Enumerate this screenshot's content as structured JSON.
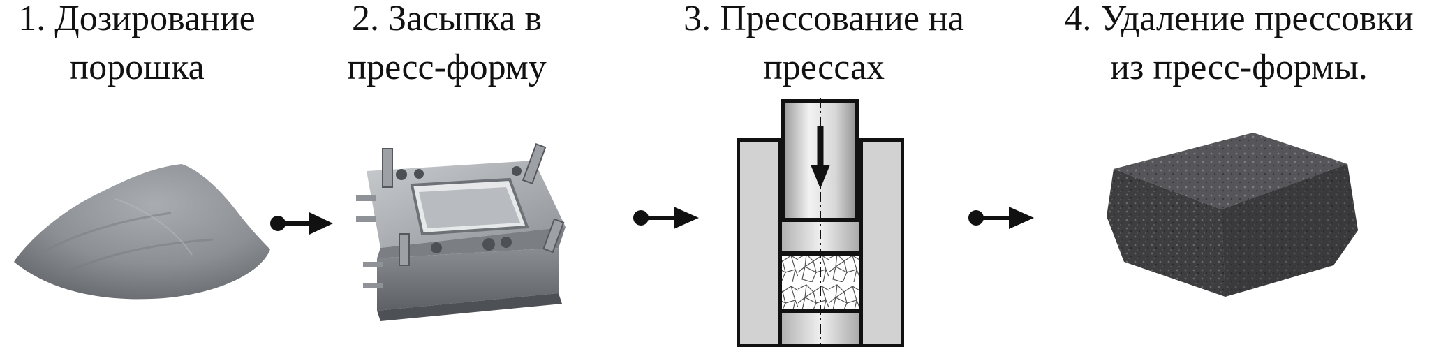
{
  "steps": [
    {
      "id": "dosing",
      "line1": "1. Дозирование",
      "line2": "порошка"
    },
    {
      "id": "filling",
      "line1": "2. Засыпка в",
      "line2": "пресс-форму"
    },
    {
      "id": "pressing",
      "line1": "3. Прессование  на",
      "line2": "прессах"
    },
    {
      "id": "removal",
      "line1": "4. Удаление прессовки",
      "line2": "из пресс-формы."
    }
  ],
  "arrows": [
    {
      "from": "dosing",
      "to": "filling"
    },
    {
      "from": "filling",
      "to": "pressing"
    },
    {
      "from": "pressing",
      "to": "removal"
    }
  ],
  "illustrations": [
    {
      "step": "dosing",
      "icon": "powder-pile-icon"
    },
    {
      "step": "filling",
      "icon": "press-mold-icon"
    },
    {
      "step": "pressing",
      "icon": "press-schematic-icon"
    },
    {
      "step": "removal",
      "icon": "compact-brick-icon"
    }
  ],
  "colors": {
    "text": "#111111",
    "arrow": "#111111",
    "powder": "#8c9094",
    "mold_metal": "#9ea2a6",
    "press_wall": "#d2d2d2",
    "brick": "#3e3e40"
  }
}
